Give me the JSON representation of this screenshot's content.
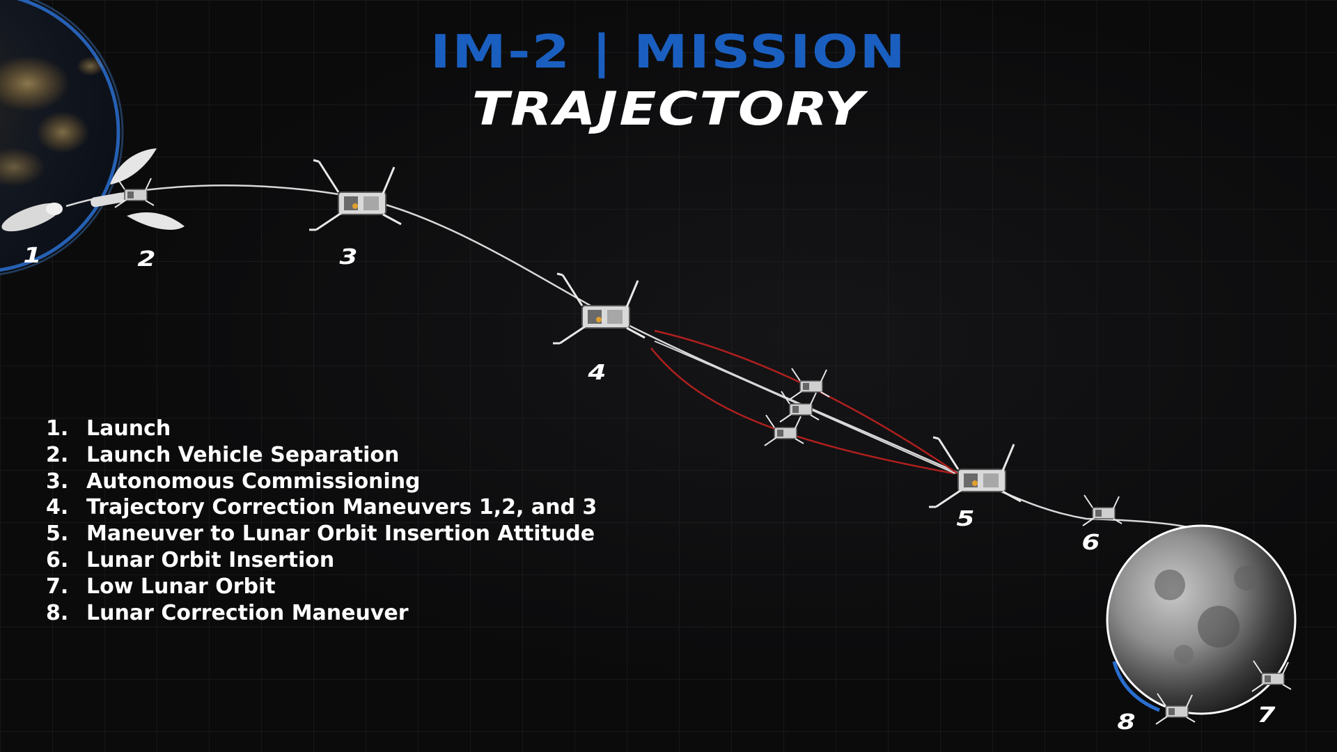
{
  "title": {
    "line1": "IM-2 | MISSION",
    "line2": "TRAJECTORY"
  },
  "legend": [
    {
      "num": "1.",
      "label": "Launch"
    },
    {
      "num": "2.",
      "label": "Launch Vehicle Separation"
    },
    {
      "num": "3.",
      "label": "Autonomous Commissioning"
    },
    {
      "num": "4.",
      "label": "Trajectory Correction Maneuvers 1,2, and 3"
    },
    {
      "num": "5.",
      "label": "Maneuver to Lunar Orbit Insertion Attitude"
    },
    {
      "num": "6.",
      "label": "Lunar Orbit Insertion"
    },
    {
      "num": "7.",
      "label": "Low Lunar Orbit"
    },
    {
      "num": "8.",
      "label": "Lunar Correction Maneuver"
    }
  ],
  "steps": [
    "1",
    "2",
    "3",
    "4",
    "5",
    "6",
    "7",
    "8"
  ],
  "colors": {
    "title_blue": "#1a5fc0",
    "trajectory": "#d8d8d8",
    "correction_paths": "#b0201e",
    "earth_blue": "#2a6fd0"
  }
}
